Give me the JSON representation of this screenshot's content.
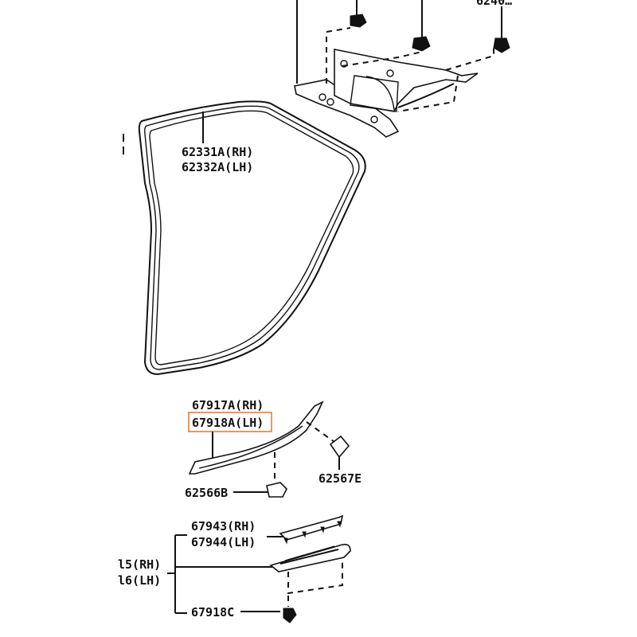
{
  "diagram": {
    "title": "Quarter window weatherstrip and scuff plate parts diagram",
    "highlight_color": "#e8742a",
    "labels": {
      "top_right_partial": "6240…",
      "weatherstrip_rh": "62331A(RH)",
      "weatherstrip_lh": "62332A(LH)",
      "scuff_rh": "67917A(RH)",
      "scuff_lh": "67918A(LH)",
      "clip_b": "62566B",
      "clip_e": "62567E",
      "plate_rh": "67943(RH)",
      "plate_lh": "67944(LH)",
      "assy_rh_partial": "l5(RH)",
      "assy_lh_partial": "l6(LH)",
      "clip_c": "67918C"
    },
    "highlighted_part": "67918A(LH)"
  }
}
